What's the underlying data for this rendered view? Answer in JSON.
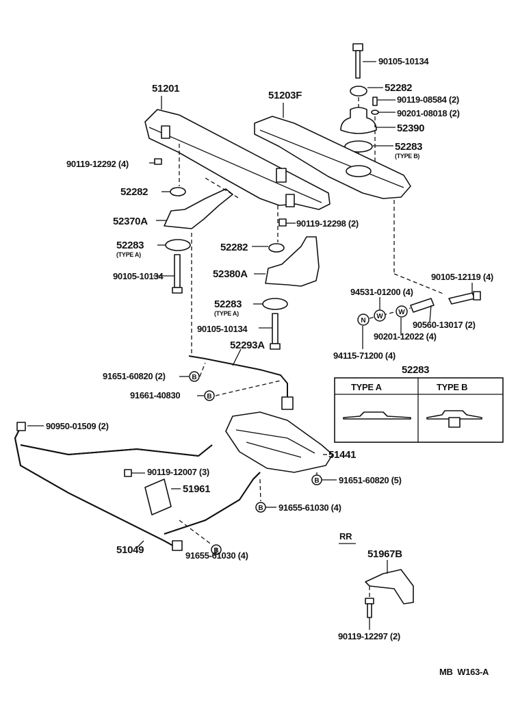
{
  "diagram": {
    "code": "MB  W163-A",
    "direction": "RR",
    "labels": {
      "bolt_top": "90105-10134",
      "cushion_top": "52282",
      "bolt_08584": "90119-08584 (2)",
      "washer_08018": "90201-08018 (2)",
      "mount_52390": "52390",
      "cushion_typeb": "52283",
      "typeb_note": "(TYPE B)",
      "crossmember_51201": "51201",
      "crossmember_51203f": "51203F",
      "bolt_12292": "90119-12292 (4)",
      "cushion_left": "52282",
      "bracket_52370a": "52370A",
      "cushion_typea_left": "52283",
      "typea_note_left": "(TYPE A)",
      "bolt_left": "90105-10134",
      "bolt_12298": "90119-12298 (2)",
      "cushion_mid": "52282",
      "bracket_52380a": "52380A",
      "cushion_typea_mid": "52283",
      "typea_note_mid": "(TYPE A)",
      "bolt_mid": "90105-10134",
      "rod_52293a": "52293A",
      "bolt_60820_2": "91651-60820 (2)",
      "bolt_40830": "91661-40830",
      "bolt_12119": "90105-12119 (4)",
      "washer_01200": "94531-01200 (4)",
      "collar_13017": "90560-13017 (2)",
      "washer_12022": "90201-12022 (4)",
      "nut_71200": "94115-71200 (4)",
      "table_title": "52283",
      "bushing_01509": "90950-01509 (2)",
      "cover_51441": "51441",
      "bolt_12007": "90119-12007 (3)",
      "plate_51961": "51961",
      "bolt_60820_5": "91651-60820 (5)",
      "bolt_61030_a": "91655-61030 (4)",
      "bar_51049": "51049",
      "bolt_61030_b": "91655-61030 (4)",
      "bracket_51967b": "51967B",
      "bolt_12297": "90119-12297 (2)"
    },
    "symbols": {
      "bolt": "B",
      "nut": "N",
      "washer": "W"
    },
    "type_table": {
      "col_a": "TYPE  A",
      "col_b": "TYPE  B"
    }
  }
}
